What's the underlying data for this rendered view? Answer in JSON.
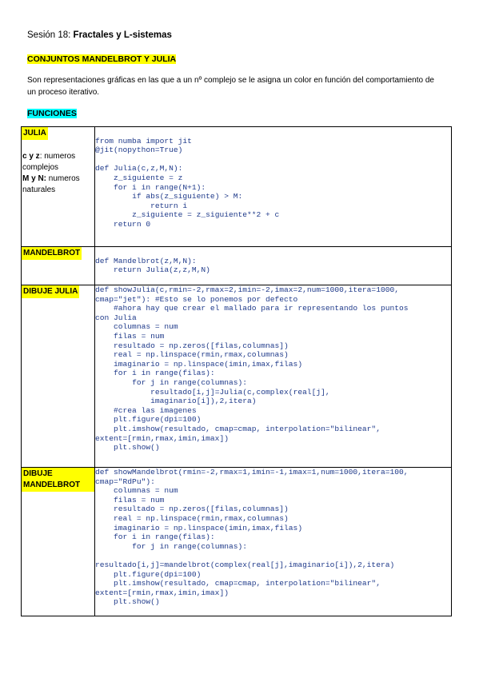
{
  "header": {
    "session_prefix": "Sesión 18: ",
    "session_title": "Fractales y L-sistemas"
  },
  "section_conjuntos": "CONJUNTOS MANDELBROT Y JULIA",
  "paragraph": "Son representaciones gráficas en las que a un nº complejo se le asigna un color en función del comportamiento de un proceso iterativo.",
  "section_funciones": "FUNCIONES",
  "rows": [
    {
      "label": "JULIA",
      "note_line1_bold": "c y z",
      "note_line1_rest": ": numeros complejos",
      "note_line2_bold": "M y N:",
      "note_line2_rest": " numeros naturales",
      "code": "\nfrom numba import jit\n@jit(nopython=True)\n\ndef Julia(c,z,M,N):\n    z_siguiente = z\n    for i in range(N+1):\n        if abs(z_siguiente) > M:\n            return i\n        z_siguiente = z_siguiente**2 + c\n    return 0\n"
    },
    {
      "label": "MANDELBROT",
      "code": "\ndef Mandelbrot(z,M,N):\n    return Julia(z,z,M,N)\n"
    },
    {
      "label": "DIBUJE JULIA",
      "code": "def showJulia(c,rmin=-2,rmax=2,imin=-2,imax=2,num=1000,itera=1000,\ncmap=\"jet\"): #Esto se lo ponemos por defecto\n    #ahora hay que crear el mallado para ir representando los puntos\ncon Julia\n    columnas = num\n    filas = num\n    resultado = np.zeros([filas,columnas])\n    real = np.linspace(rmin,rmax,columnas)\n    imaginario = np.linspace(imin,imax,filas)\n    for i in range(filas):\n        for j in range(columnas):\n            resultado[i,j]=Julia(c,complex(real[j],\n            imaginario[i]),2,itera)\n    #crea las imagenes\n    plt.figure(dpi=100)\n    plt.imshow(resultado, cmap=cmap, interpolation=\"bilinear\",\nextent=[rmin,rmax,imin,imax])\n    plt.show()\n"
    },
    {
      "label": "DIBUJE MANDELBROT",
      "code": "def showMandelbrot(rmin=-2,rmax=1,imin=-1,imax=1,num=1000,itera=100,\ncmap=\"RdPu\"):\n    columnas = num\n    filas = num\n    resultado = np.zeros([filas,columnas])\n    real = np.linspace(rmin,rmax,columnas)\n    imaginario = np.linspace(imin,imax,filas)\n    for i in range(filas):\n        for j in range(columnas):\n\nresultado[i,j]=mandelbrot(complex(real[j],imaginario[i]),2,itera)\n    plt.figure(dpi=100)\n    plt.imshow(resultado, cmap=cmap, interpolation=\"bilinear\",\nextent=[rmin,rmax,imin,imax])\n    plt.show()"
    }
  ],
  "colors": {
    "highlight_yellow": "#ffff00",
    "highlight_cyan": "#00ffff",
    "code_blue": "#1f3a8a"
  }
}
